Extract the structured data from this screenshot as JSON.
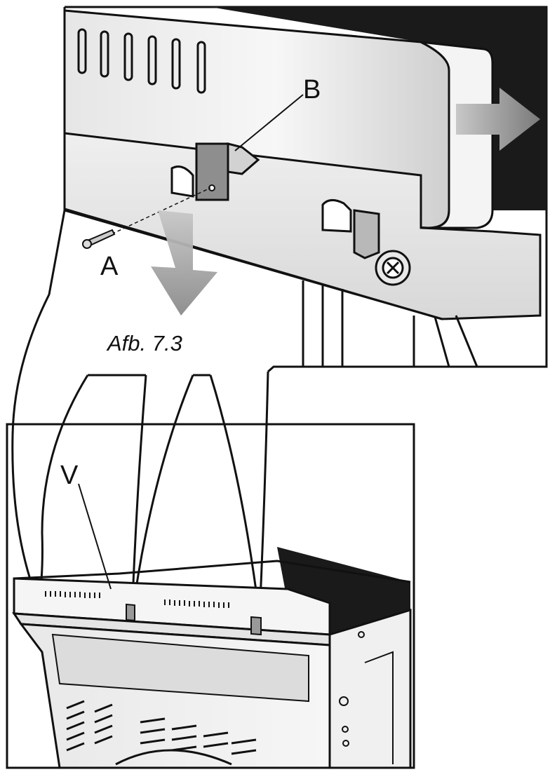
{
  "figure": {
    "caption": "Afb. 7.3",
    "labels": {
      "a": "A",
      "b": "B",
      "v": "V"
    },
    "colors": {
      "ink": "#111111",
      "metal_light": "#f2f2f2",
      "metal_mid": "#d9d9d9",
      "metal_dark": "#9a9a9a",
      "arrow_gray": "#a0a0a0",
      "hob_black": "#1a1a1a"
    },
    "icons": [
      "screw-icon",
      "bolt-icon",
      "arrow-right-icon",
      "arrow-down-icon"
    ]
  }
}
